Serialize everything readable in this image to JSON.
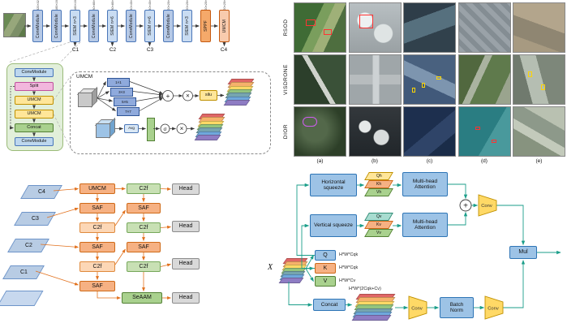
{
  "backbone": {
    "modules": [
      {
        "label": "ConvModule",
        "dims": "320×320×32"
      },
      {
        "label": "ConvModule",
        "dims": "160×160×64"
      },
      {
        "label": "SIEM n=3",
        "dims": "160×160×64"
      },
      {
        "label": "ConvModule",
        "dims": "80×80×128"
      },
      {
        "label": "SIEM n=6",
        "dims": "80×80×128"
      },
      {
        "label": "ConvModule",
        "dims": "40×40×256"
      },
      {
        "label": "SIEM n=6",
        "dims": "40×40×256"
      },
      {
        "label": "ConvModule",
        "dims": "20×20×512"
      },
      {
        "label": "SIEM n=3",
        "dims": "20×20×512"
      },
      {
        "label": "SPPF",
        "dims": "20×20×512"
      },
      {
        "label": "UMCM",
        "dims": "20×20×512"
      }
    ],
    "taps": [
      "C1",
      "C2",
      "C3",
      "C4"
    ]
  },
  "umcm_block": {
    "items": [
      "ConvModule",
      "Split",
      "UMCM",
      "UMCM",
      "Concat",
      "ConvModule"
    ]
  },
  "umcm_detail": {
    "title": "UMCM",
    "convs": [
      "1×1",
      "3×3",
      "5×5",
      "7×7"
    ],
    "silu": "silu",
    "avg": "Avg",
    "sigmoid": "σ",
    "op_add": "+",
    "op_mul": "×"
  },
  "datasets": {
    "rows": [
      "RSOD",
      "VISDRONE",
      "DIOR"
    ],
    "cols": [
      "(a)",
      "(b)",
      "(c)",
      "(d)",
      "(e)"
    ]
  },
  "neck": {
    "inputs": [
      "C4",
      "C3",
      "C2",
      "C1"
    ],
    "mid": [
      "UMCM",
      "SAF",
      "C2f",
      "SAF",
      "C2f",
      "SAF"
    ],
    "right": [
      "C2f",
      "SAF",
      "C2f",
      "SAF",
      "C2f"
    ],
    "seaam": "SeAAM",
    "head": "Head"
  },
  "seaam": {
    "x": "X",
    "q": "Q",
    "k": "K",
    "v": "V",
    "q_dim": "H*W*Cqk",
    "k_dim": "H*W*Cqk",
    "v_dim": "H*W*Cv",
    "horizontal_squeeze": "Horizontal squeeze",
    "vertical_squeeze": "Vertical squeeze",
    "h_bars": [
      "Qh",
      "Kh",
      "Vh"
    ],
    "v_bars": [
      "Qv",
      "Kv",
      "Vv"
    ],
    "mha": "Multi-head Attention",
    "conv": "Conv",
    "mul": "Mul",
    "batch_norm": "Batch Norm",
    "concat": "Concat",
    "concat_dim": "H*W*(2Cqk+Cv)",
    "op_add": "+"
  }
}
